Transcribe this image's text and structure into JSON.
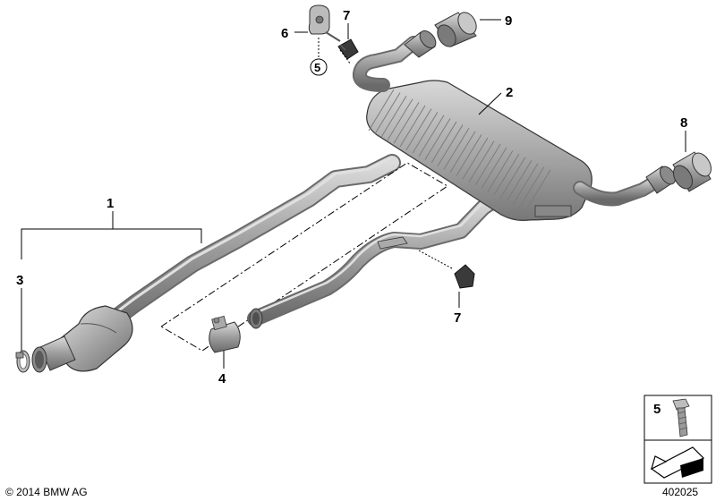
{
  "callouts": {
    "c1": "1",
    "c2": "2",
    "c3": "3",
    "c4": "4",
    "c5": "5",
    "c6": "6",
    "c7_top": "7",
    "c7_bottom": "7",
    "c8": "8",
    "c9": "9"
  },
  "legend": {
    "item_number": "5"
  },
  "footer": {
    "copyright": "© 2014 BMW AG",
    "diagram_id": "402025"
  },
  "colors": {
    "part_fill": "#9a9a9a",
    "part_dark": "#6f6f6f",
    "part_light": "#d2d2d2",
    "line": "#000000"
  }
}
